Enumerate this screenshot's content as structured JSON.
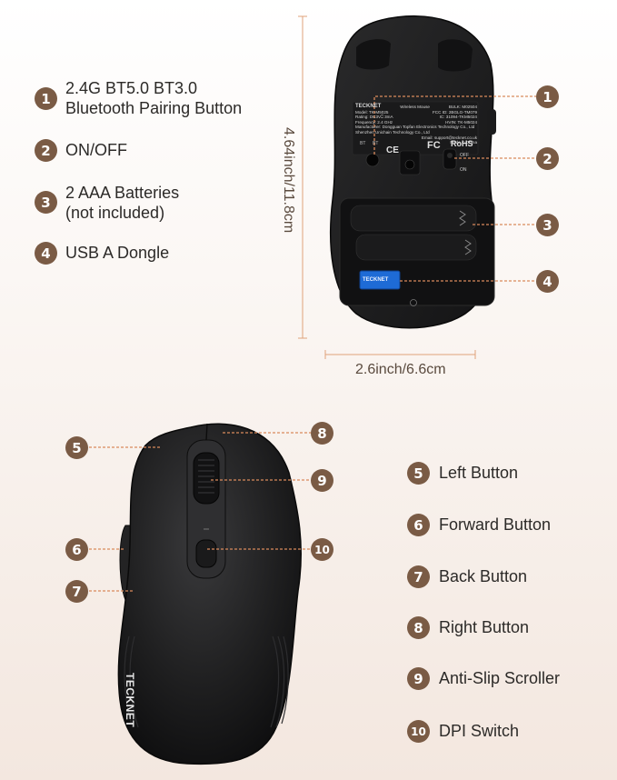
{
  "colors": {
    "accent": "#7a5b45",
    "guide_line": "#d98a5c",
    "mouse_body": "#1c1c1d",
    "dongle": "#1e6bd6"
  },
  "dimensions": {
    "height": "4.64inch/11.8cm",
    "width": "2.6inch/6.6cm"
  },
  "top_features": [
    {
      "num": "1",
      "line1": "2.4G BT5.0 BT3.0",
      "line2": "Bluetooth Pairing Button"
    },
    {
      "num": "2",
      "line1": "ON/OFF",
      "line2": ""
    },
    {
      "num": "3",
      "line1": "2 AAA Batteries",
      "line2": "(not included)"
    },
    {
      "num": "4",
      "line1": "USB A Dongle",
      "line2": ""
    }
  ],
  "bottom_features": [
    {
      "num": "5",
      "label": "Left Button"
    },
    {
      "num": "6",
      "label": "Forward Button"
    },
    {
      "num": "7",
      "label": "Back Button"
    },
    {
      "num": "8",
      "label": "Right Button"
    },
    {
      "num": "9",
      "label": "Anti-Slip Scroller"
    },
    {
      "num": "10",
      "label": "DPI Switch"
    }
  ],
  "underside_label": {
    "brand": "TECKNET",
    "title": "Wireless Mouse",
    "bulk": "BULK: M02504",
    "model": "Model: TK-M5025",
    "fcc": "FCC ID: 2BGLG-TM079",
    "rating": "Rating: DC3V⎕ 3mA",
    "ic": "IC: 31094-TKM5024",
    "frequency": "Frequency: 2.4 GHz",
    "hvin": "HVIN: TK-M5024",
    "manufacturer": "Manufacturer: Dongguan Topfan Electronics Technology Co., Ltd",
    "made_by": "Shenzhen Unichain Technology Co., Ltd",
    "email": "Email: support@tecknet.co.uk",
    "origin": "Made in China",
    "bt_labels": [
      "BT",
      "BT"
    ],
    "switch_off": "OFF",
    "switch_on": "ON",
    "ce": "CE",
    "fc": "FC",
    "rohs": "RoHS",
    "dongle_text": "TECKNET"
  },
  "top_brand": "TECKNET"
}
